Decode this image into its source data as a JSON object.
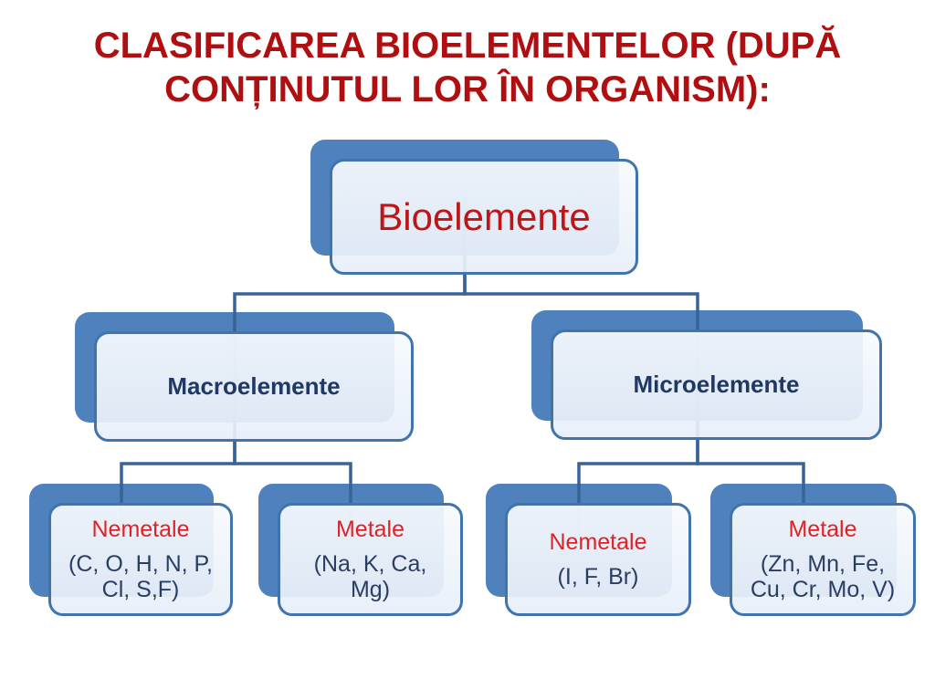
{
  "slide": {
    "title": "CLASIFICAREA BIOELEMENTELOR (DUPĂ CONȚINUTUL LOR ÎN ORGANISM):",
    "colors": {
      "background": "#FFFFFF",
      "title_red": "#B00F11",
      "root_text_red": "#BE1517",
      "leaf_title_red": "#E02227",
      "branch_navy": "#1F3864",
      "formula_navy": "#2A3E63",
      "shape_shadow_blue": "#4F81BD",
      "box_border_blue": "#4173AC",
      "box_fill_light": "#EFF4FA",
      "connector_blue": "#38639A"
    }
  },
  "tree": {
    "root": {
      "label": "Bioelemente"
    },
    "branches": [
      {
        "label": "Macroelemente",
        "children": [
          {
            "title": "Nemetale",
            "formula": "(C, O, H, N, P, Cl, S,F)"
          },
          {
            "title": "Metale",
            "formula": "(Na, K, Ca, Mg)"
          }
        ]
      },
      {
        "label": "Microelemente",
        "children": [
          {
            "title": "Nemetale",
            "formula": "(I, F, Br)"
          },
          {
            "title": "Metale",
            "formula": "(Zn, Mn, Fe, Cu, Cr, Mo, V)"
          }
        ]
      }
    ]
  }
}
